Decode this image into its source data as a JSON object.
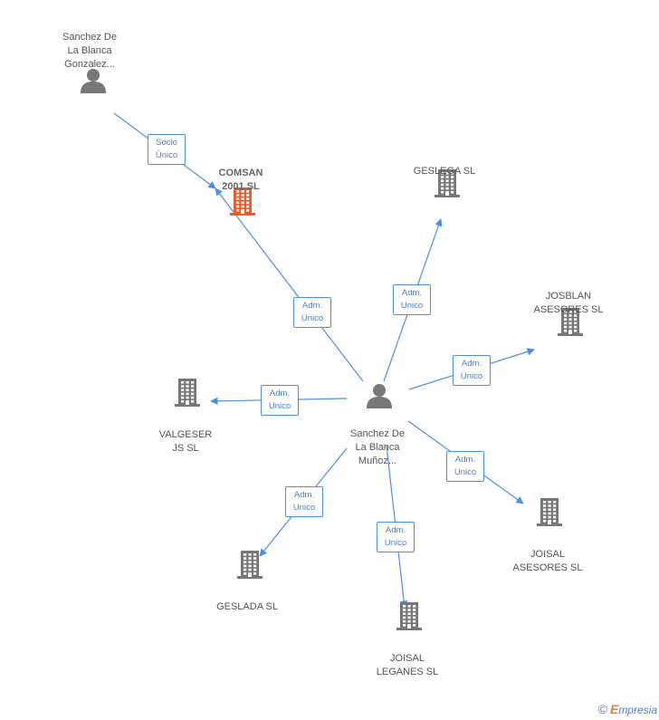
{
  "nodes": {
    "person_top": {
      "label": "Sanchez De\nLa Blanca\nGonzalez...",
      "kind": "person"
    },
    "comsan": {
      "label": "COMSAN\n2001 SL",
      "kind": "company-focus"
    },
    "geslega": {
      "label": "GESLEGA SL",
      "kind": "company"
    },
    "josblan": {
      "label": "JOSBLAN\nASESORES SL",
      "kind": "company"
    },
    "valgeser": {
      "label": "VALGESER\nJS SL",
      "kind": "company"
    },
    "person_center": {
      "label": "Sanchez De\nLa Blanca\nMuñoz...",
      "kind": "person"
    },
    "joisal_asesores": {
      "label": "JOISAL\nASESORES SL",
      "kind": "company"
    },
    "geslada": {
      "label": "GESLADA SL",
      "kind": "company"
    },
    "joisal_leganes": {
      "label": "JOISAL\nLEGANES SL",
      "kind": "company"
    }
  },
  "edges": [
    {
      "from": "person_top",
      "to": "comsan",
      "line1": "Socio",
      "line2": "Único"
    },
    {
      "from": "person_center",
      "to": "comsan",
      "line1": "Adm.",
      "line2": "Unico"
    },
    {
      "from": "person_center",
      "to": "geslega",
      "line1": "Adm.",
      "line2": "Unico"
    },
    {
      "from": "person_center",
      "to": "josblan",
      "line1": "Adm.",
      "line2": "Unico"
    },
    {
      "from": "person_center",
      "to": "valgeser",
      "line1": "Adm.",
      "line2": "Unico"
    },
    {
      "from": "person_center",
      "to": "joisal_asesores",
      "line1": "Adm.",
      "line2": "Unico"
    },
    {
      "from": "person_center",
      "to": "geslada",
      "line1": "Adm.",
      "line2": "Unico"
    },
    {
      "from": "person_center",
      "to": "joisal_leganes",
      "line1": "Adm.",
      "line2": "Unico"
    }
  ],
  "colors": {
    "edge": "#4a90e2",
    "company_icon": "#777777",
    "focus_icon": "#f05a28",
    "person_icon": "#777777"
  },
  "footer": {
    "copyright": "©",
    "brand_initial": "E",
    "brand_rest": "mpresia"
  }
}
